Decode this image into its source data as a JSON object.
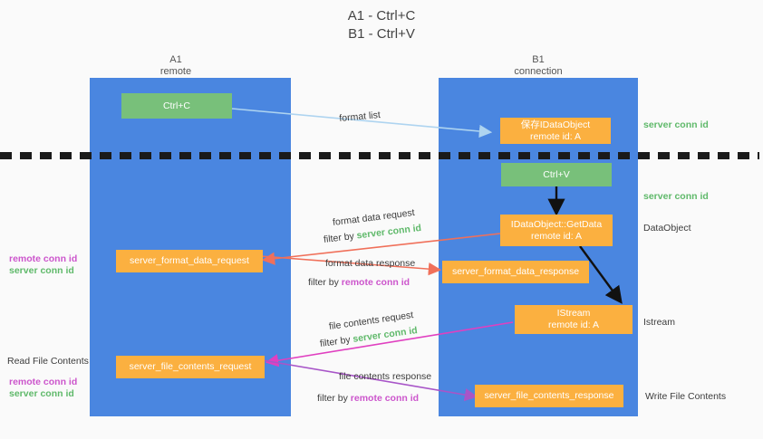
{
  "title": {
    "line1": "A1 - Ctrl+C",
    "line2": "B1 - Ctrl+V"
  },
  "lanes": [
    {
      "name": "A1",
      "sub": "remote"
    },
    {
      "name": "B1",
      "sub": "connection"
    }
  ],
  "nodes": {
    "ctrl_c": {
      "label": "Ctrl+C"
    },
    "ctrl_v": {
      "label": "Ctrl+V"
    },
    "save_dataobject": {
      "line1": "保存IDataObject",
      "line2": "remote id: A"
    },
    "getdata": {
      "line1": "IDataObject::GetData",
      "line2": "remote id: A"
    },
    "istream": {
      "line1": "IStream",
      "line2": "remote id: A"
    },
    "server_format_data_request": {
      "label": "server_format_data_request"
    },
    "server_format_data_response": {
      "label": "server_format_data_response"
    },
    "server_file_contents_request": {
      "label": "server_file_contents_request"
    },
    "server_file_contents_response": {
      "label": "server_file_contents_response"
    }
  },
  "edge_labels": {
    "format_list": "format list",
    "format_data_request": "format data request",
    "format_data_request_filter_prefix": "filter by ",
    "format_data_request_filter_value": "server conn id",
    "format_data_response": "format data response",
    "format_data_response_filter_prefix": "filter by ",
    "format_data_response_filter_value": "remote conn id",
    "file_contents_request": "file contents request",
    "file_contents_request_filter_prefix": "filter by ",
    "file_contents_request_filter_value": "server conn id",
    "file_contents_response": "file contents response",
    "file_contents_response_filter_prefix": "filter by ",
    "file_contents_response_filter_value": "remote conn id"
  },
  "annotations": {
    "server_conn_id_top": "server conn id",
    "server_conn_id_second": "server conn id",
    "dataobject": "DataObject",
    "istream": "Istream",
    "write_file_contents": "Write File Contents",
    "read_file_contents": "Read File Contents",
    "left_mid_remote": "remote conn id",
    "left_mid_server": "server conn id",
    "left_low_remote": "remote conn id",
    "left_low_server": "server conn id"
  },
  "colors": {
    "lane": "#4a86e0",
    "green_node": "#78c07a",
    "orange_node": "#fbb040",
    "server_conn_id": "#5fb96a",
    "remote_conn_id": "#cc55cc",
    "arrow_blue": "#aed4f0",
    "arrow_red": "#f0705a",
    "arrow_magenta": "#e040c0",
    "arrow_purple": "#a855c8",
    "arrow_black": "#111111",
    "divider": "#1a1a1a",
    "background": "#fafafa"
  }
}
